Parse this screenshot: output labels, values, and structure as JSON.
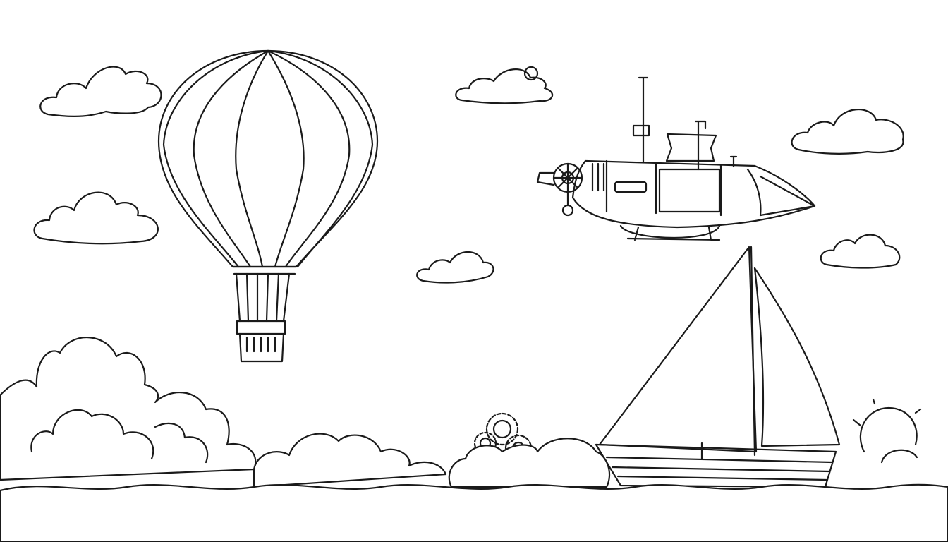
{
  "scene": {
    "background_color": "#ffffff",
    "line_color": "#1a1a1a",
    "elements": [
      "hot-air-balloon",
      "airship",
      "sailboat",
      "clouds",
      "gears",
      "sun",
      "waves"
    ]
  }
}
